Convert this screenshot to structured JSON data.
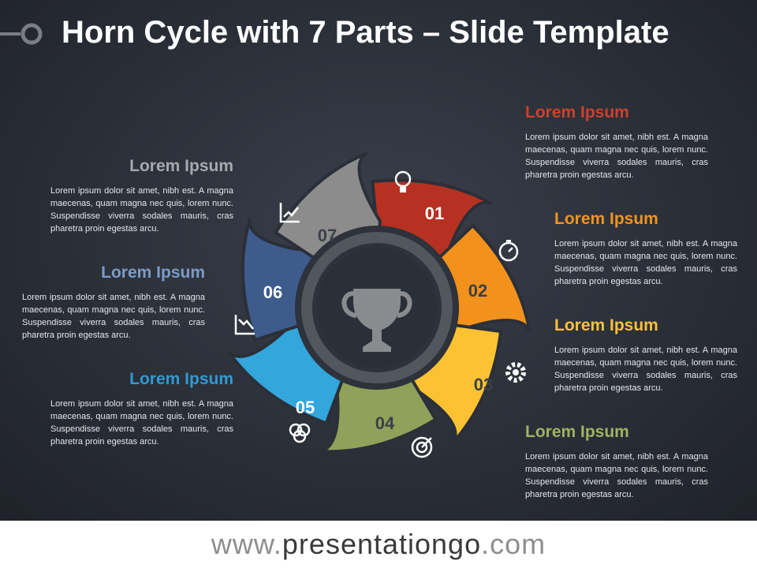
{
  "slide": {
    "title": "Horn Cycle with 7 Parts – Slide Template"
  },
  "segments": [
    {
      "number": "01",
      "color": "#b63121",
      "icon": "lightbulb-icon",
      "heading": "Lorem Ipsum",
      "body": "Lorem ipsum dolor sit amet, nibh est. A magna maecenas, quam magna nec quis, lorem nunc. Suspendisse viverra sodales mauris, cras pharetra proin egestas arcu."
    },
    {
      "number": "02",
      "color": "#f2911b",
      "icon": "stopwatch-icon",
      "heading": "Lorem Ipsum",
      "body": "Lorem ipsum dolor sit amet, nibh est. A magna maecenas, quam magna nec quis, lorem nunc. Suspendisse viverra sodales mauris, cras pharetra proin egestas arcu."
    },
    {
      "number": "03",
      "color": "#fdc232",
      "icon": "gear-icon",
      "heading": "Lorem Ipsum",
      "body": "Lorem ipsum dolor sit amet, nibh est. A magna maecenas, quam magna nec quis, lorem nunc. Suspendisse viverra sodales mauris, cras pharetra proin egestas arcu."
    },
    {
      "number": "04",
      "color": "#8ea25a",
      "icon": "target-icon",
      "heading": "Lorem Ipsum",
      "body": "Lorem ipsum dolor sit amet, nibh est. A magna maecenas, quam magna nec quis, lorem nunc. Suspendisse viverra sodales mauris, cras pharetra proin egestas arcu."
    },
    {
      "number": "05",
      "color": "#33a6dc",
      "icon": "venn-icon",
      "heading": "Lorem Ipsum",
      "body": "Lorem ipsum dolor sit amet, nibh est. A magna maecenas, quam magna nec quis, lorem nunc. Suspendisse viverra sodales mauris, cras pharetra proin egestas arcu."
    },
    {
      "number": "06",
      "color": "#3d5c8c",
      "icon": "chart-down-icon",
      "heading": "Lorem Ipsum",
      "body": "Lorem ipsum dolor sit amet, nibh est. A magna maecenas, quam magna nec quis, lorem nunc. Suspendisse viverra sodales mauris, cras pharetra proin egestas arcu."
    },
    {
      "number": "07",
      "color": "#8c8c8c",
      "icon": "chart-up-icon",
      "heading": "Lorem Ipsum",
      "body": "Lorem ipsum dolor sit amet, nibh est. A magna maecenas, quam magna nec quis, lorem nunc. Suspendisse viverra sodales mauris, cras pharetra proin egestas arcu."
    }
  ],
  "heading_colors": {
    "b1": "#c8432c",
    "b2": "#f0951e",
    "b3": "#f8c23a",
    "b4": "#9fb364",
    "b5": "#2f9ad4",
    "b6": "#7a9cc8",
    "b7": "#a7a9ad"
  },
  "center": {
    "icon": "trophy-icon",
    "icon_color": "#8a8b8f"
  },
  "footer": {
    "prefix": "www.",
    "brand": "presentationgo",
    "suffix": ".com"
  }
}
